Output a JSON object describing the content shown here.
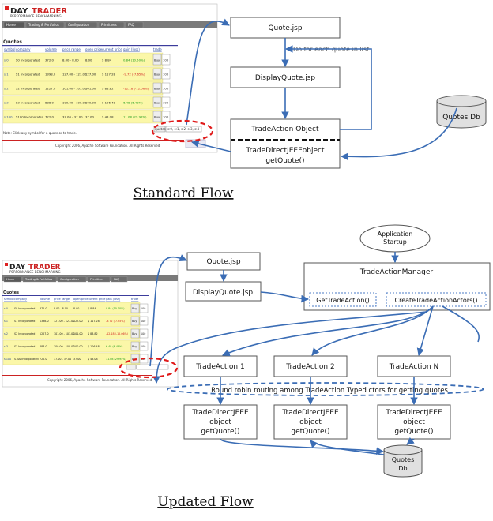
{
  "screenshot": {
    "brand_day": "DAY",
    "brand_trader": "TRADER",
    "brand_sub": "PERFORMANCE BENCHMARKING",
    "nav": [
      "Home",
      "Trading & Portfolios",
      "Configuration",
      "Primitives",
      "FAQ"
    ],
    "section": "Quotes",
    "headers": [
      "symbol",
      "company",
      "volume",
      "price range",
      "open price",
      "current price",
      "gain (loss)",
      "trade"
    ],
    "rows": [
      {
        "symbol": "s:0",
        "company": "S0 Incorporated",
        "volume": "372.0",
        "range": "8.00 - 8.00",
        "open": "8.00",
        "current": "$ 8.84",
        "gain": "0.84 (10.50%)"
      },
      {
        "symbol": "s:1",
        "company": "S1 Incorporated",
        "volume": "1398.0",
        "range": "127.00 - 127.00",
        "open": "127.00",
        "current": "$ 117.28",
        "gain": "-9.72 (-7.65%)"
      },
      {
        "symbol": "s:2",
        "company": "S2 Incorporated",
        "volume": "1227.0",
        "range": "101.00 - 101.00",
        "open": "101.00",
        "current": "$ 88.82",
        "gain": "-12.18 (-12.06%)"
      },
      {
        "symbol": "s:3",
        "company": "S3 Incorporated",
        "volume": "888.0",
        "range": "100.00 - 100.00",
        "open": "100.00",
        "current": "$ 106.48",
        "gain": "6.48 (6.48%)"
      },
      {
        "symbol": "s:100",
        "company": "S100 Incorporated",
        "volume": "722.0",
        "range": "37.00 - 37.00",
        "open": "37.00",
        "current": "$ 48.08",
        "gain": "11.08 (29.95%)"
      }
    ],
    "buy": "Buy",
    "qty": "100",
    "quotes_btn": "quotes",
    "quotes_input": "s:0, s:1, s:2, s:3, s:4",
    "note": "Note: Click any symbol for a quote or to trade.",
    "footer": "Copyright 2006, Apache Software Foundation. All Rights Reserved"
  },
  "top": {
    "quote_jsp": "Quote.jsp",
    "loop_note": "Do for each quote in list",
    "display_quote_jsp": "DisplayQuote.jsp",
    "trade_action_object": "TradeAction Object",
    "direct_line1": "TradeDirectJEEEobject",
    "direct_line2": "getQuote()",
    "db": "Quotes Db",
    "caption": "Standard Flow"
  },
  "bottom": {
    "app_line1": "Application",
    "app_line2": "Startup",
    "quote_jsp": "Quote.jsp",
    "display_quote_jsp": "DisplayQuote.jsp",
    "manager": "TradeActionManager",
    "get_trade_action": "GetTradeAction()",
    "create_actors": "CreateTradeActionActors()",
    "ta1": "TradeAction 1",
    "ta2": "TradeAction 2",
    "tan": "TradeAction N",
    "round_robin": "Round robin routing among TradeAction Typed ctors for getting quotes",
    "direct_line1": "TradeDirectJEEE",
    "direct_line2": "object",
    "direct_line3": "getQuote()",
    "db_line1": "Quotes",
    "db_line2": "Db",
    "caption": "Updated Flow"
  }
}
